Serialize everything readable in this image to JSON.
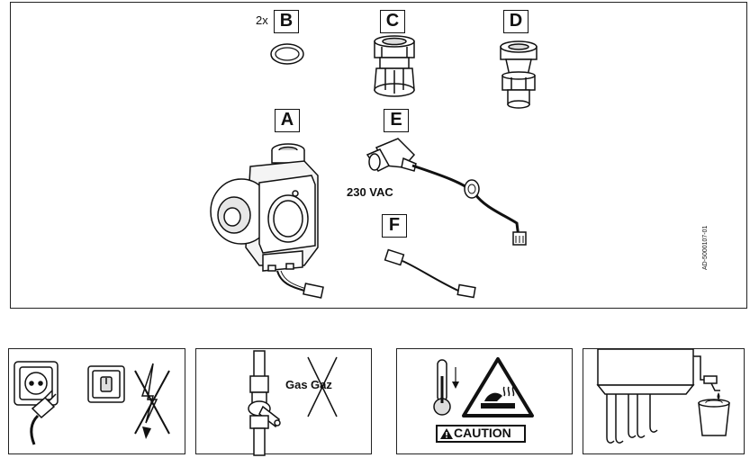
{
  "kit": {
    "labels": {
      "a": "A",
      "b": "B",
      "c": "C",
      "d": "D",
      "e": "E",
      "f": "F"
    },
    "qty_b": "2x",
    "voltage": "230 VAC",
    "doc_code": "AD-5000107-01"
  },
  "steps": {
    "gas_text": "Gas",
    "gaz_text": "Gaz",
    "caution_text": "CAUTION"
  }
}
